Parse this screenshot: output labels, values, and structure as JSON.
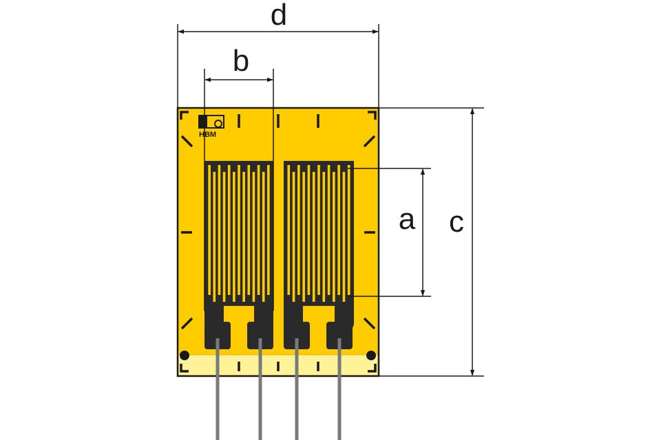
{
  "dimensions": {
    "d": "d",
    "b": "b",
    "a": "a",
    "c": "c"
  },
  "logo": {
    "text": "HBM"
  },
  "colors": {
    "carrier": "#ffcc00",
    "carrier_stripe": "#fff299",
    "grid": "#2a2a2a",
    "lead_wire": "#7a7a7a",
    "dimension_line": "#1a1a1a",
    "outline": "#1a1a1a"
  },
  "structure": {
    "grid_count": 2,
    "lead_wire_count": 4
  }
}
